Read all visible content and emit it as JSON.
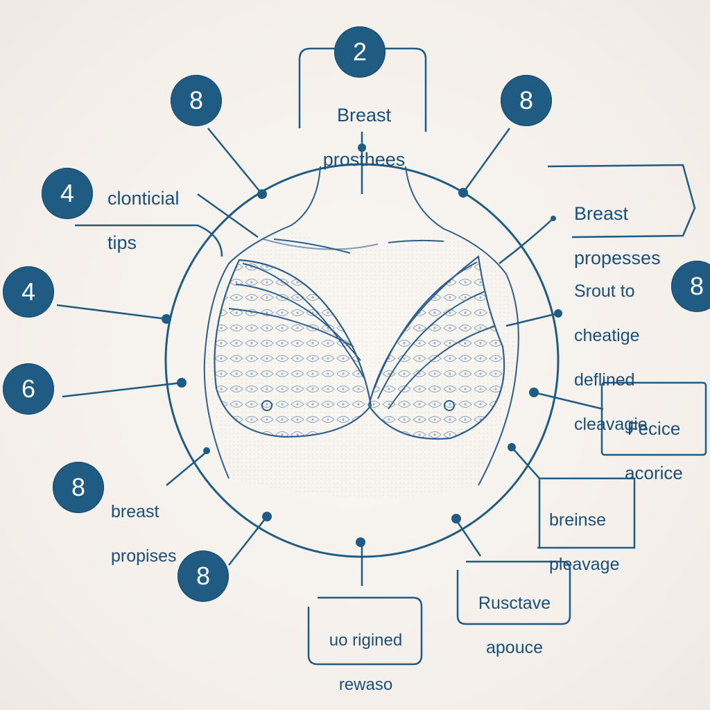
{
  "colors": {
    "ink": "#1f5b82",
    "text": "#1c4f78",
    "sketch": "#2d5e8c",
    "background": "#f6f2ee"
  },
  "badges": {
    "top": "2",
    "upper_left": "8",
    "upper_right": "8",
    "left_1": "4",
    "left_2": "4",
    "left_3": "6",
    "lower_left": "8",
    "bottom_left": "8",
    "right": "8"
  },
  "labels": {
    "top": {
      "line1": "Breast",
      "line2": "prosthees"
    },
    "upper_left": {
      "line1": "clonticial",
      "line2": "tips"
    },
    "upper_right": {
      "line1": "Breast",
      "line2": "propesses"
    },
    "right_mid": {
      "line1": "Srout to",
      "line2": "cheatige",
      "line3": "deflined",
      "line4": "cleavagie"
    },
    "right_box": {
      "line1": "Fecice",
      "line2": "acorice"
    },
    "right_lower": {
      "line1": "breinse",
      "line2": "pleavage"
    },
    "bottom_right": {
      "line1": "Rusctave",
      "line2": "apouce"
    },
    "bottom": {
      "line1": "uo rigined",
      "line2": "rewaso"
    },
    "lower_left": {
      "line1": "breast",
      "line2": "propises"
    }
  }
}
